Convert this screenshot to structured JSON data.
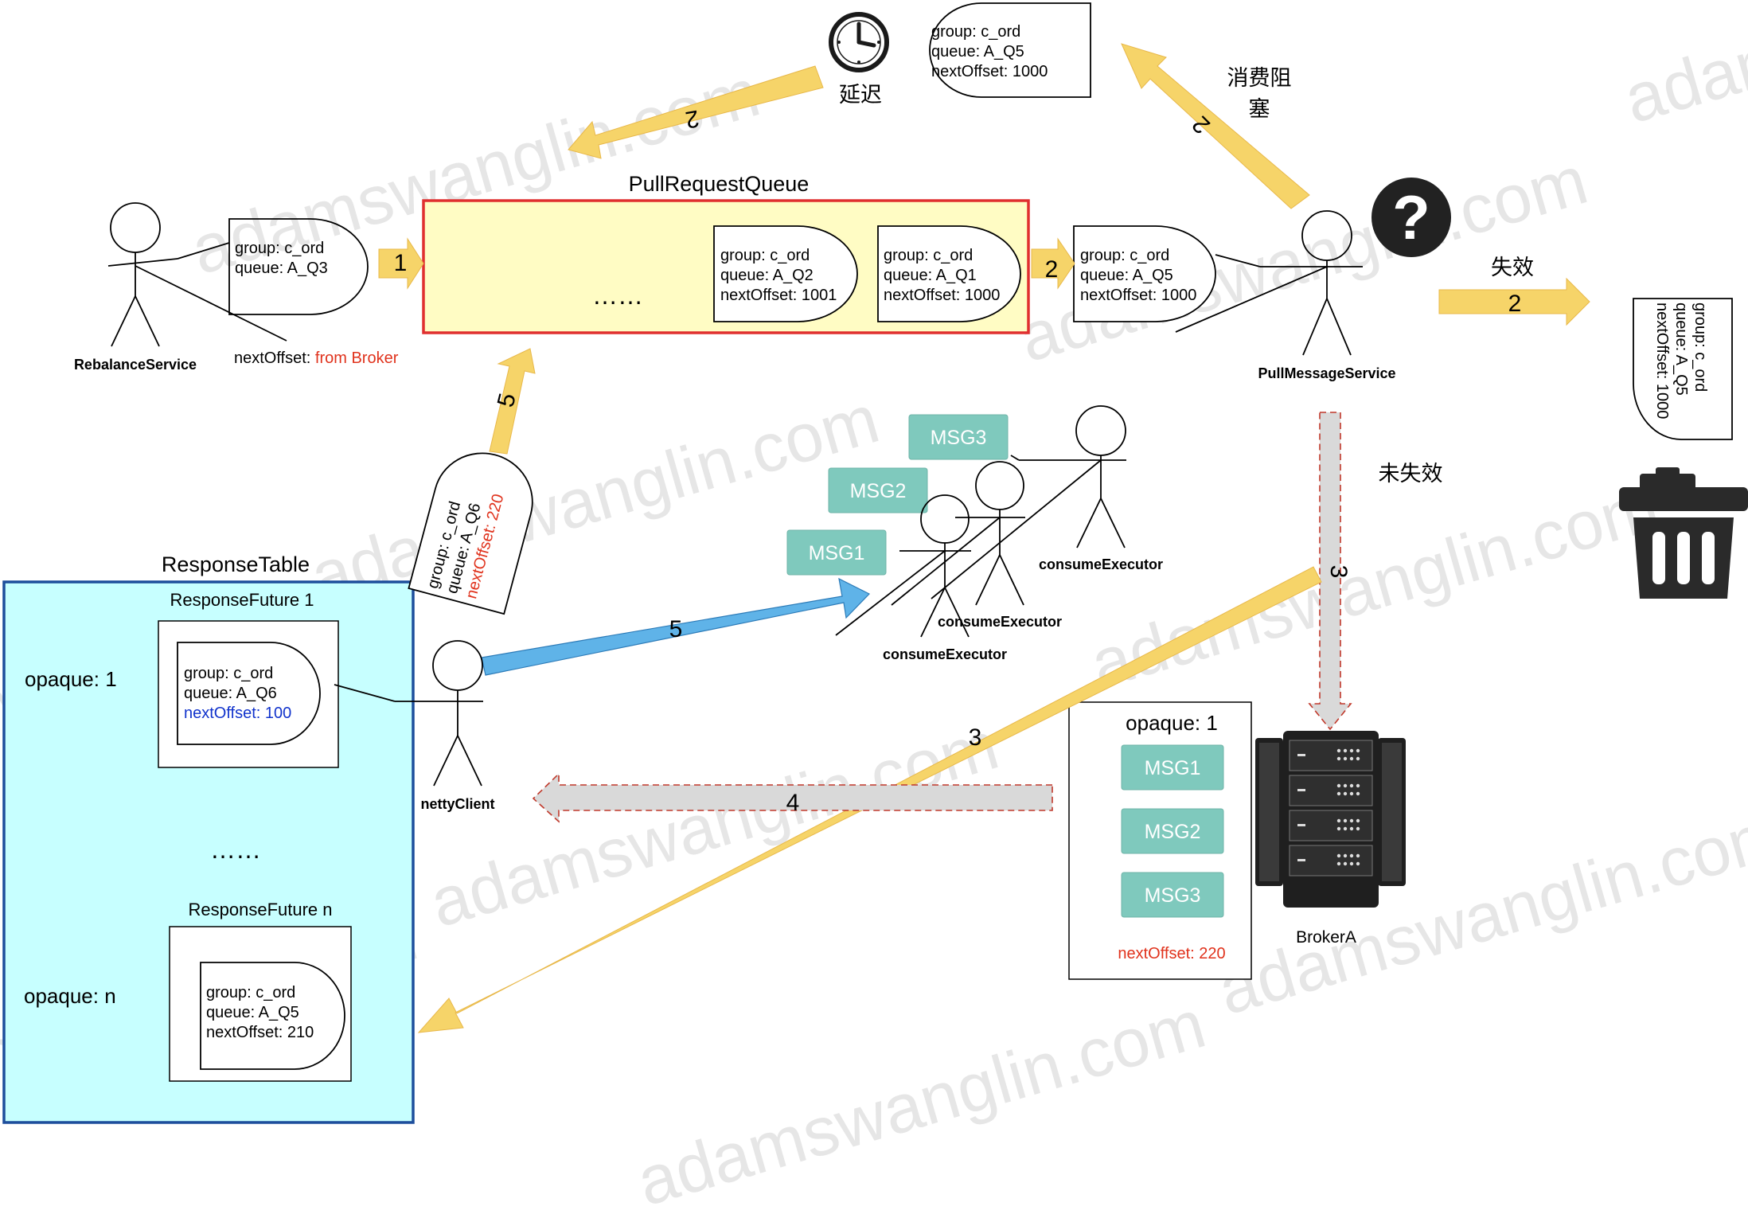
{
  "watermark": "adamswanglin.com",
  "colors": {
    "queue_fill": "#fffcc4",
    "queue_border": "#e02f2f",
    "table_fill": "#c7ffff",
    "table_border": "#1d4e9c",
    "msg_fill": "#7fc9bd",
    "arrow_yellow": "#f6d469",
    "arrow_gray": "#d9d9d9",
    "arrow_blue": "#5fb3e8",
    "red_text": "#e0321c",
    "blue_text": "#1133cc"
  },
  "labels": {
    "pull_request_queue": "PullRequestQueue",
    "response_table": "ResponseTable",
    "response_future_1": "ResponseFuture 1",
    "response_future_n": "ResponseFuture n",
    "ellipsis": "……",
    "delay": "延迟",
    "consume_block_1": "消费阻",
    "consume_block_2": "塞",
    "invalid": "失效",
    "not_invalid": "未失效",
    "opaque_1": "opaque: 1",
    "opaque_n": "opaque: n",
    "broker_opaque": "opaque: 1"
  },
  "actors": {
    "rebalance": "RebalanceService",
    "pull_message": "PullMessageService",
    "netty": "nettyClient",
    "consume_1": "consumeExecutor",
    "consume_2": "consumeExecutor",
    "consume_3": "consumeExecutor",
    "broker": "BrokerA"
  },
  "requests": {
    "rebalance_req": {
      "group": "group: c_ord",
      "queue": "queue: A_Q3",
      "offset_label": "nextOffset: ",
      "offset_value": "from Broker"
    },
    "queue_q2": {
      "group": "group: c_ord",
      "queue": "queue: A_Q2",
      "offset": "nextOffset: 1001"
    },
    "queue_q1": {
      "group": "group: c_ord",
      "queue": "queue: A_Q1",
      "offset": "nextOffset: 1000"
    },
    "pulled_q5": {
      "group": "group: c_ord",
      "queue": "queue: A_Q5",
      "offset": "nextOffset: 1000"
    },
    "delayed_q5": {
      "group": "group: c_ord",
      "queue": "queue: A_Q5",
      "offset": "nextOffset: 1000"
    },
    "trash_q5": {
      "group": "group: c_ord",
      "queue": "queue: A_Q5",
      "offset": "nextOffset: 1000"
    },
    "requeue_q6": {
      "group": "group: c_ord",
      "queue": "queue: A_Q6",
      "offset": "nextOffset: 220"
    },
    "future_1": {
      "group": "group: c_ord",
      "queue": "queue: A_Q6",
      "offset": "nextOffset: 100"
    },
    "future_n": {
      "group": "group: c_ord",
      "queue": "queue: A_Q5",
      "offset": "nextOffset: 210"
    }
  },
  "messages": {
    "consumer_msg1": "MSG1",
    "consumer_msg2": "MSG2",
    "consumer_msg3": "MSG3",
    "broker_msg1": "MSG1",
    "broker_msg2": "MSG2",
    "broker_msg3": "MSG3"
  },
  "broker_offset": "nextOffset: 220",
  "steps": {
    "to_queue": "1",
    "take": "2",
    "delay_back": "2",
    "block_up": "2",
    "invalid": "2",
    "requeue": "5",
    "send": "3",
    "response": "3",
    "reply": "4",
    "dispatch": "5"
  },
  "icons": {
    "clock": "clock-icon",
    "question": "question-icon",
    "trash": "trash-icon",
    "server": "server-icon"
  }
}
